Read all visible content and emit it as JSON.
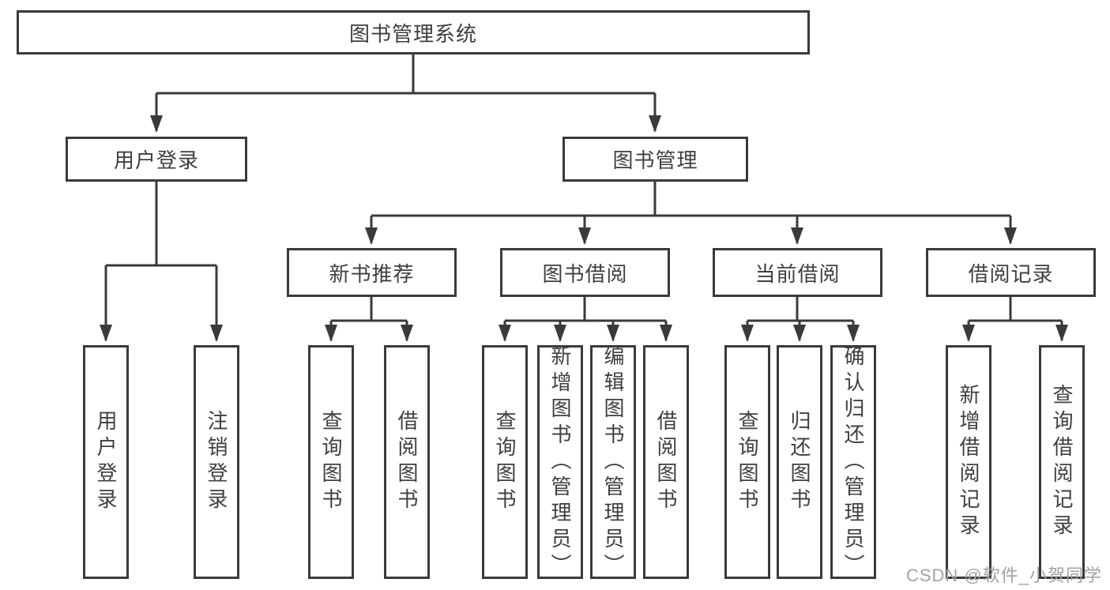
{
  "diagram_type": "hierarchy-tree",
  "colors": {
    "line": "#3a3a3a",
    "box_border": "#3a3a3a",
    "text": "#3f3f3f",
    "background": "#ffffff",
    "watermark": "#a6a0a0"
  },
  "tree": {
    "label": "图书管理系统",
    "children": [
      {
        "label": "用户登录",
        "children": [
          {
            "label": "用户登录"
          },
          {
            "label": "注销登录"
          }
        ]
      },
      {
        "label": "图书管理",
        "children": [
          {
            "label": "新书推荐",
            "children": [
              {
                "label": "查询图书"
              },
              {
                "label": "借阅图书"
              }
            ]
          },
          {
            "label": "图书借阅",
            "children": [
              {
                "label": "查询图书"
              },
              {
                "label": "新增图书（管理员）"
              },
              {
                "label": "编辑图书（管理员）"
              },
              {
                "label": "借阅图书"
              }
            ]
          },
          {
            "label": "当前借阅",
            "children": [
              {
                "label": "查询图书"
              },
              {
                "label": "归还图书"
              },
              {
                "label": "确认归还（管理员）"
              }
            ]
          },
          {
            "label": "借阅记录",
            "children": [
              {
                "label": "新增借阅记录"
              },
              {
                "label": "查询借阅记录"
              }
            ]
          }
        ]
      }
    ]
  },
  "watermark": {
    "text": "CSDN @软件_小贺同学"
  }
}
